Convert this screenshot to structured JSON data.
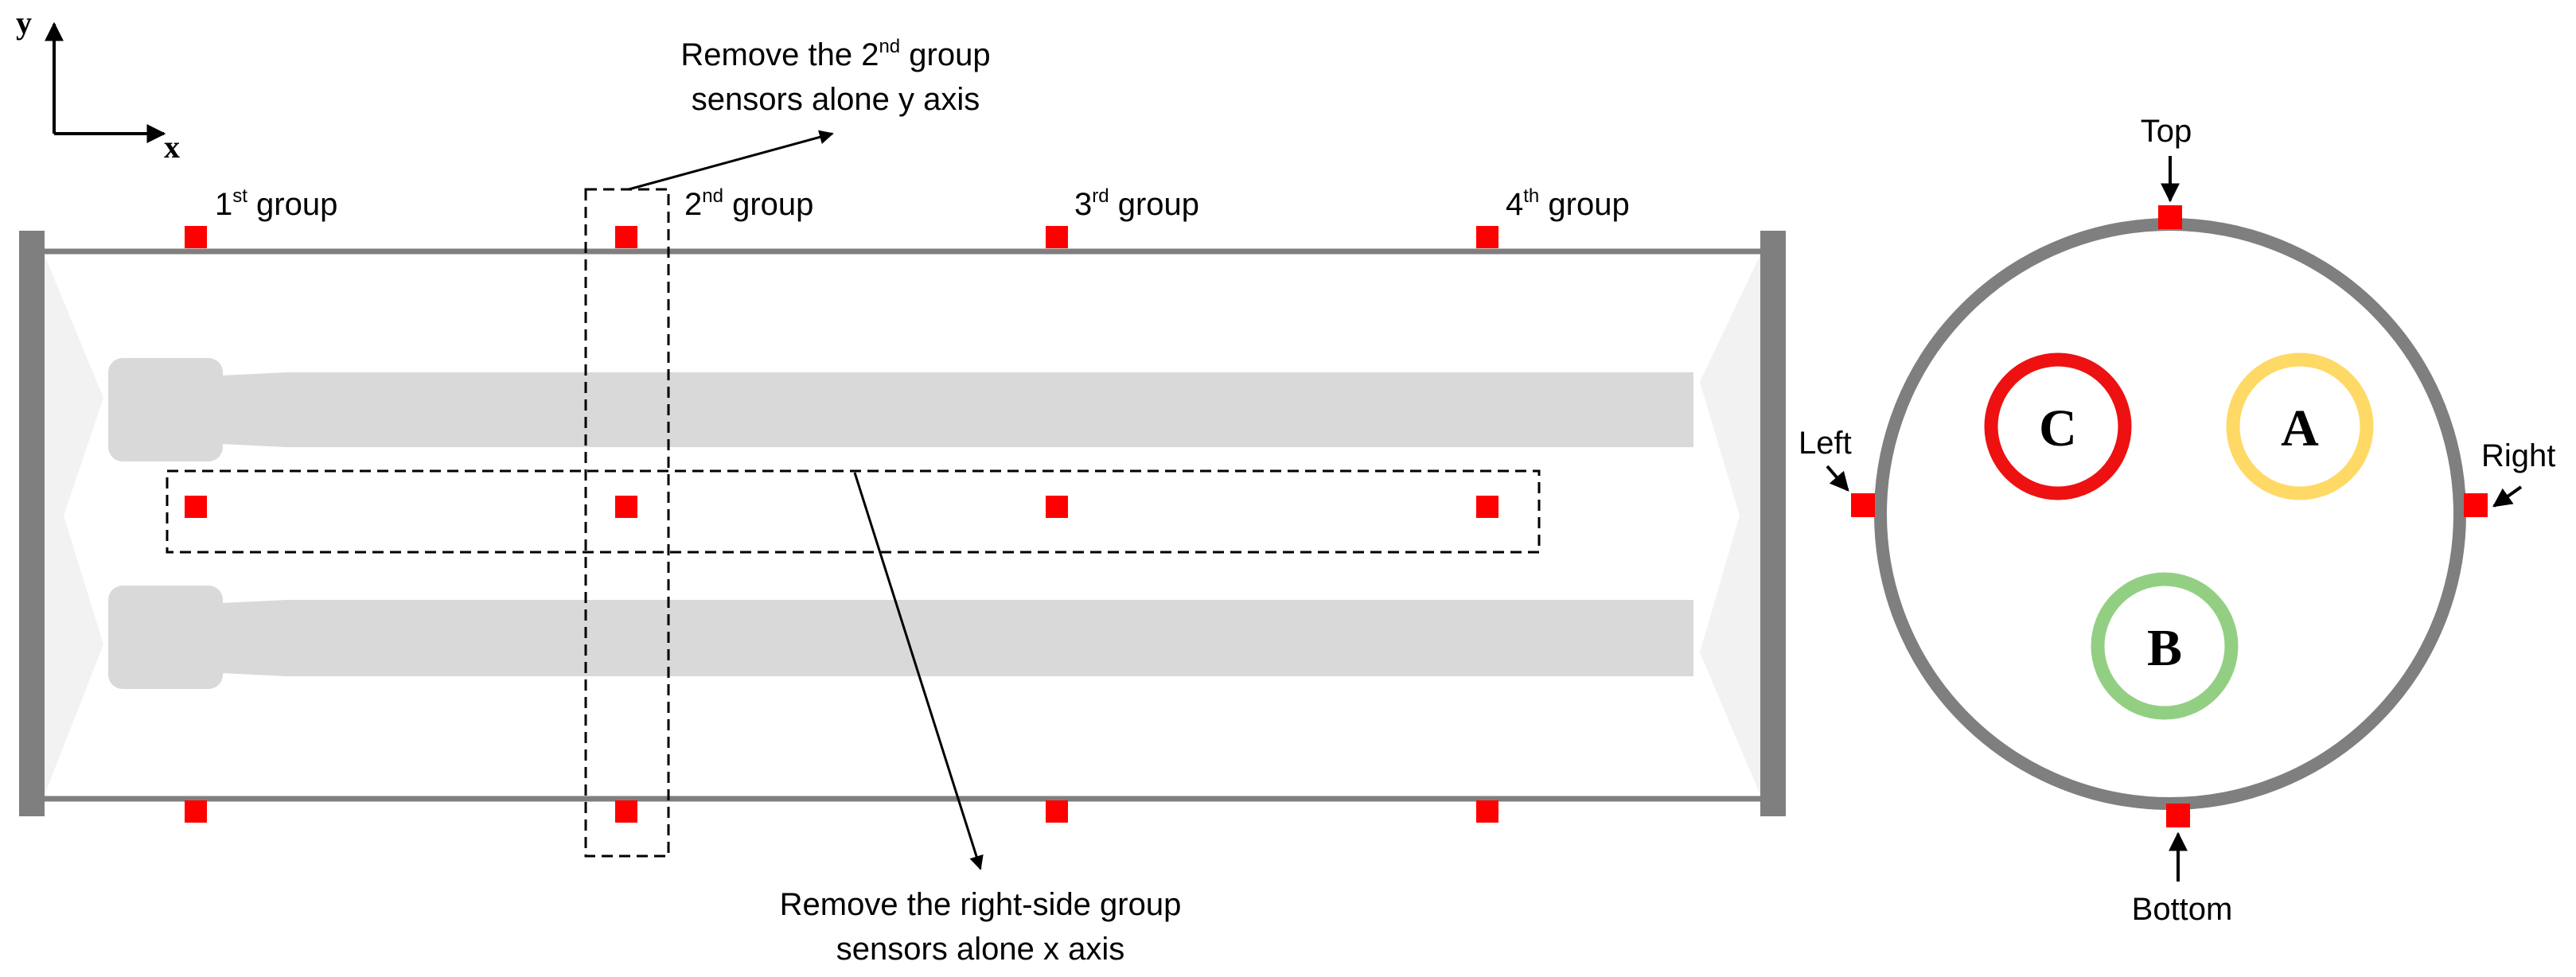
{
  "axes": {
    "y_label": "y",
    "x_label": "x"
  },
  "groups": [
    {
      "num": "1",
      "sup": "st",
      "word": " group"
    },
    {
      "num": "2",
      "sup": "nd",
      "word": " group"
    },
    {
      "num": "3",
      "sup": "rd",
      "word": " group"
    },
    {
      "num": "4",
      "sup": "th",
      "word": " group"
    }
  ],
  "callout_top": {
    "line1_pre": "Remove the 2",
    "line1_sup": "nd",
    "line1_post": " group",
    "line2": "sensors alone y axis"
  },
  "callout_bottom": {
    "line1": "Remove the right-side group",
    "line2": "sensors alone x axis"
  },
  "cross_section": {
    "top": "Top",
    "bottom": "Bottom",
    "left": "Left",
    "right": "Right",
    "channels": [
      {
        "letter": "C",
        "color": "#ee1111"
      },
      {
        "letter": "A",
        "color": "#ffd966"
      },
      {
        "letter": "B",
        "color": "#93cf83"
      }
    ]
  },
  "colors": {
    "sensor": "#ff0000",
    "frame": "#7f7f7f",
    "pipe": "#d9d9d9"
  }
}
